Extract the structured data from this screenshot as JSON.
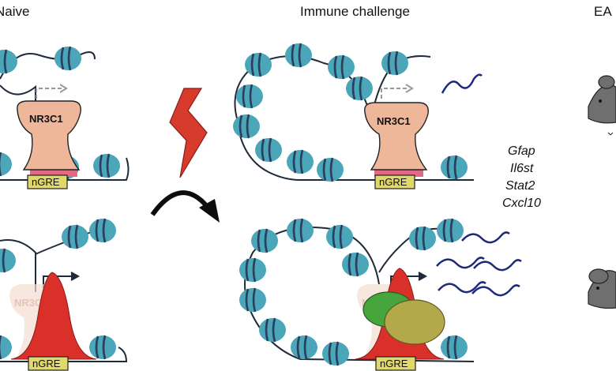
{
  "headers": {
    "left": "Naive",
    "center": "Immune challenge",
    "right": "EA"
  },
  "labels": {
    "receptor": "NR3C1",
    "receptor_faded": "NR3C1",
    "receptor_faded_partial": "NR",
    "element": "nGRE"
  },
  "genes": [
    "Gfap",
    "Il6st",
    "Stat2",
    "Cxcl10"
  ],
  "colors": {
    "nucleosome": "#4aa6b8",
    "nucleosome_band": "#2b3e5c",
    "dna": "#1f2a3a",
    "receptor": "#eeb79a",
    "red_peak": "#d9302a",
    "nGRE_box": "#e0d96a",
    "pink_site": "#e06a86",
    "bolt": "#d63b2c",
    "transcript": "#1d2a7a",
    "green_factor": "#46a53d",
    "olive_factor": "#b4a94a",
    "mouse": "#6f6f6f"
  }
}
